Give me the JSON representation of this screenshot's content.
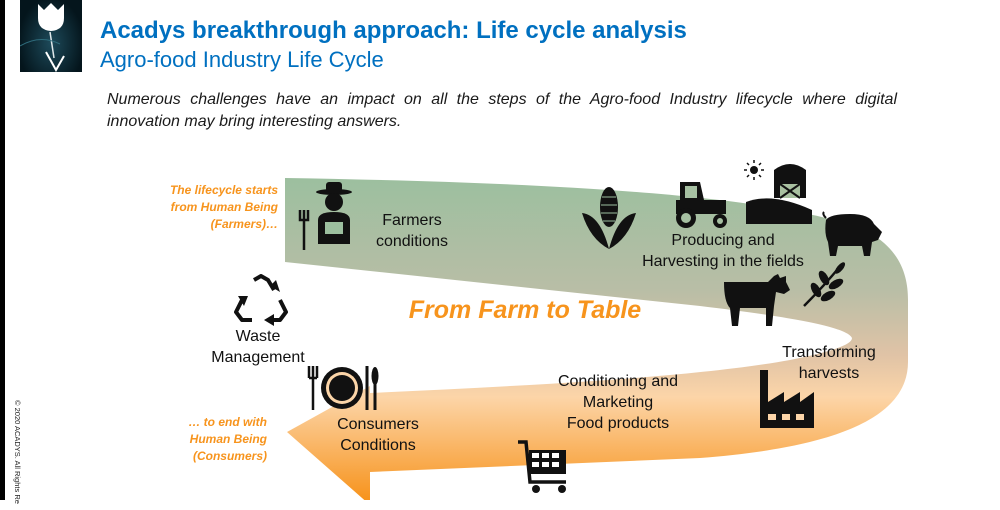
{
  "header": {
    "title": "Acadys breakthrough approach: Life cycle analysis",
    "subtitle": "Agro-food Industry Life Cycle",
    "intro": "Numerous challenges have an impact on all the steps of the Agro-food Industry lifecycle where digital innovation may bring interesting answers."
  },
  "notes": {
    "start": [
      "The lifecycle starts",
      "from Human Being",
      "(Farmers)…"
    ],
    "end": [
      "… to end with",
      "Human Being",
      "(Consumers)"
    ]
  },
  "diagram": {
    "motto": "From Farm to Table",
    "steps": {
      "farmers": [
        "Farmers",
        "conditions"
      ],
      "producing": [
        "Producing and",
        "Harvesting in the fields"
      ],
      "transforming": [
        "Transforming",
        "harvests"
      ],
      "conditioning": [
        "Conditioning and",
        "Marketing",
        "Food products"
      ],
      "consumers": [
        "Consumers",
        "Conditions"
      ],
      "waste": [
        "Waste",
        "Management"
      ]
    }
  },
  "footer": {
    "copyright": "© 2020 ACADYS. All Rights Re"
  },
  "colors": {
    "brand_blue": "#0070c0",
    "accent_orange": "#f7941d",
    "band_green": "#9dbfa0"
  }
}
